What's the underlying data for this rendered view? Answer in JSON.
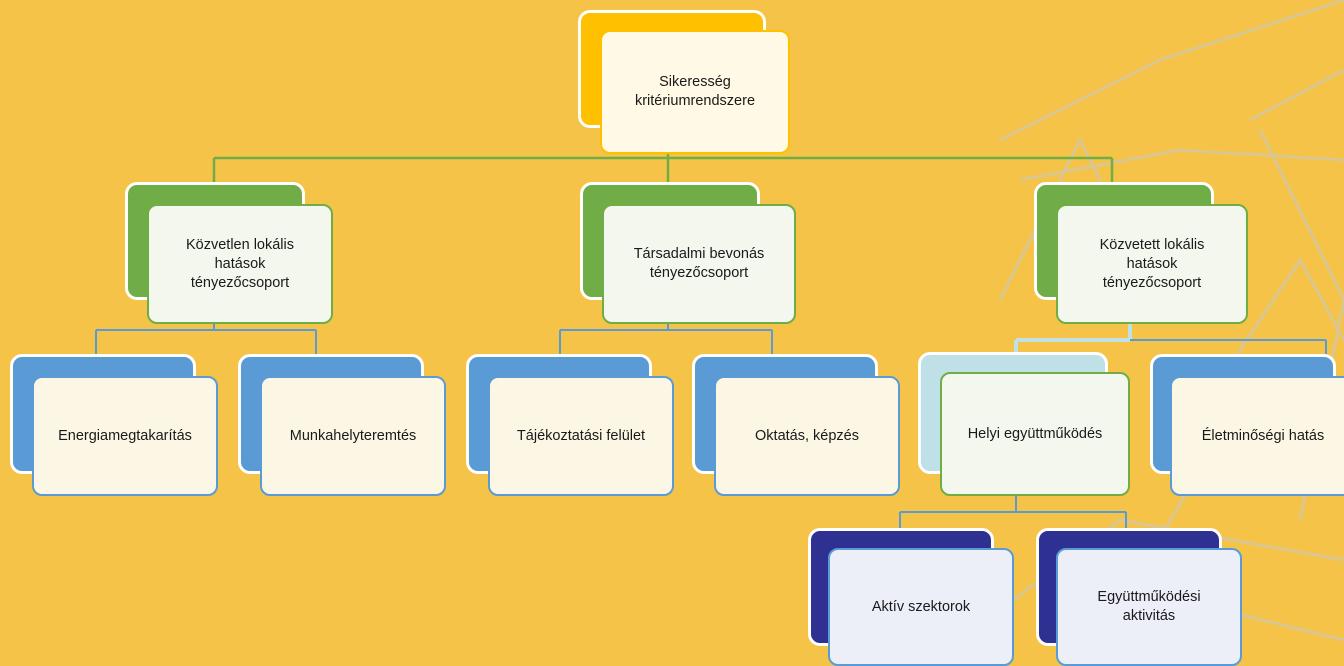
{
  "diagram": {
    "root": {
      "id": "root",
      "label": "Sikeresség\nkritériumrendszere",
      "back_color": "#FFC000",
      "front_color": "#FFF9E6",
      "border_color": "#FFC000"
    },
    "groups": [
      {
        "id": "g1",
        "label": "Közvetlen lokális\nhatások\ntényezőcsoport",
        "back_color": "#70AD47",
        "front_color": "#F3F7EE",
        "border_color": "#70AD47"
      },
      {
        "id": "g2",
        "label": "Társadalmi bevonás\ntényezőcsoport",
        "back_color": "#70AD47",
        "front_color": "#F3F7EE",
        "border_color": "#70AD47"
      },
      {
        "id": "g3",
        "label": "Közvetett lokális\nhatások\ntényezőcsoport",
        "back_color": "#70AD47",
        "front_color": "#F3F7EE",
        "border_color": "#70AD47"
      }
    ],
    "factors": [
      {
        "id": "f1",
        "parent": "g1",
        "label": "Energiamegtakarítás",
        "back_color": "#5B9BD5",
        "front_color": "#FBF7E4",
        "border_color": "#5B9BD5"
      },
      {
        "id": "f2",
        "parent": "g1",
        "label": "Munkahelyteremtés",
        "back_color": "#5B9BD5",
        "front_color": "#FBF7E4",
        "border_color": "#5B9BD5"
      },
      {
        "id": "f3",
        "parent": "g2",
        "label": "Tájékoztatási felület",
        "back_color": "#5B9BD5",
        "front_color": "#FBF7E4",
        "border_color": "#5B9BD5"
      },
      {
        "id": "f4",
        "parent": "g2",
        "label": "Oktatás, képzés",
        "back_color": "#5B9BD5",
        "front_color": "#FBF7E4",
        "border_color": "#5B9BD5"
      },
      {
        "id": "f5",
        "parent": "g3",
        "label": "Helyi együttműködés",
        "back_color": "#BFE0E6",
        "front_color": "#F3F7EE",
        "border_color": "#70AD47"
      },
      {
        "id": "f6",
        "parent": "g3",
        "label": "Életminőségi hatás",
        "back_color": "#5B9BD5",
        "front_color": "#FBF7E4",
        "border_color": "#5B9BD5"
      }
    ],
    "subfactors": [
      {
        "id": "s1",
        "parent": "f5",
        "label": "Aktív szektorok",
        "back_color": "#2E3192",
        "front_color": "#ECEEF8",
        "border_color": "#5B9BD5"
      },
      {
        "id": "s2",
        "parent": "f5",
        "label": "Együttműködési\naktivitás",
        "back_color": "#2E3192",
        "front_color": "#ECEEF8",
        "border_color": "#5B9BD5"
      }
    ]
  },
  "colors": {
    "background": "#F5C348",
    "connector_green": "#70AD47",
    "connector_blue": "#5B9BD5",
    "connector_lightblue": "#BFE0E6",
    "decoration": "#C8C8C0"
  }
}
